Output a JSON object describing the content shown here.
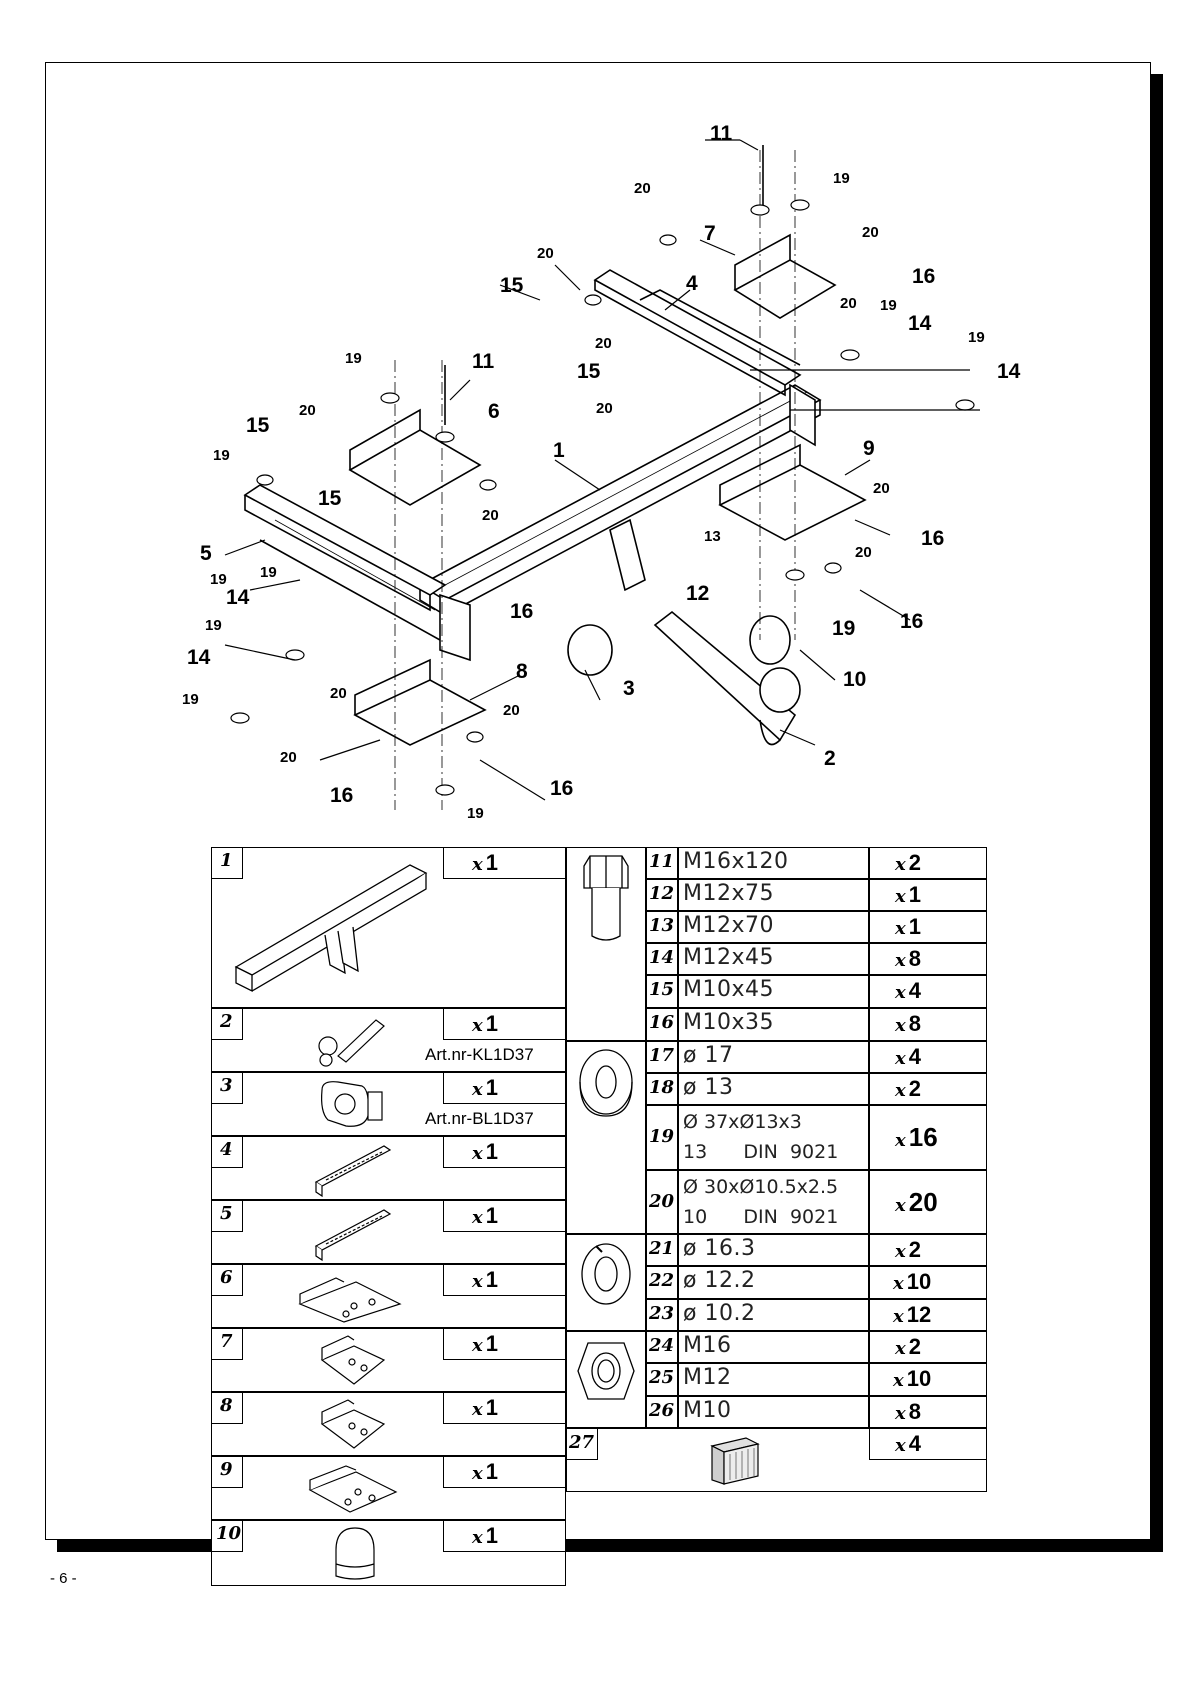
{
  "page": {
    "number": "- 6 -"
  },
  "drawing": {
    "callouts": [
      {
        "text": "11"
      },
      {
        "text": "19"
      },
      {
        "text": "20"
      },
      {
        "text": "7"
      },
      {
        "text": "20"
      },
      {
        "text": "16"
      },
      {
        "text": "20"
      },
      {
        "text": "15"
      },
      {
        "text": "4"
      },
      {
        "text": "19"
      },
      {
        "text": "14"
      },
      {
        "text": "19"
      },
      {
        "text": "14"
      },
      {
        "text": "20"
      },
      {
        "text": "15"
      },
      {
        "text": "19"
      },
      {
        "text": "11"
      },
      {
        "text": "20"
      },
      {
        "text": "6"
      },
      {
        "text": "20"
      },
      {
        "text": "15"
      },
      {
        "text": "1"
      },
      {
        "text": "9"
      },
      {
        "text": "19"
      },
      {
        "text": "20"
      },
      {
        "text": "15"
      },
      {
        "text": "20"
      },
      {
        "text": "20"
      },
      {
        "text": "16"
      },
      {
        "text": "5"
      },
      {
        "text": "13"
      },
      {
        "text": "20"
      },
      {
        "text": "19"
      },
      {
        "text": "16"
      },
      {
        "text": "12"
      },
      {
        "text": "14"
      },
      {
        "text": "19"
      },
      {
        "text": "19"
      },
      {
        "text": "16"
      },
      {
        "text": "19"
      },
      {
        "text": "14"
      },
      {
        "text": "3"
      },
      {
        "text": "8"
      },
      {
        "text": "10"
      },
      {
        "text": "19"
      },
      {
        "text": "20"
      },
      {
        "text": "20"
      },
      {
        "text": "20"
      },
      {
        "text": "2"
      },
      {
        "text": "16"
      },
      {
        "text": "16"
      },
      {
        "text": "19"
      }
    ]
  },
  "parts_left": [
    {
      "num": "1",
      "qty": "1",
      "art": ""
    },
    {
      "num": "2",
      "qty": "1",
      "art": "Art.nr-KL1D37"
    },
    {
      "num": "3",
      "qty": "1",
      "art": "Art.nr-BL1D37"
    },
    {
      "num": "4",
      "qty": "1",
      "art": ""
    },
    {
      "num": "5",
      "qty": "1",
      "art": ""
    },
    {
      "num": "6",
      "qty": "1",
      "art": ""
    },
    {
      "num": "7",
      "qty": "1",
      "art": ""
    },
    {
      "num": "8",
      "qty": "1",
      "art": ""
    },
    {
      "num": "9",
      "qty": "1",
      "art": ""
    },
    {
      "num": "10",
      "qty": "1",
      "art": ""
    }
  ],
  "parts_right": [
    {
      "num": "11",
      "spec": "M16x120",
      "qty": "2"
    },
    {
      "num": "12",
      "spec": "M12x75",
      "qty": "1"
    },
    {
      "num": "13",
      "spec": "M12x70",
      "qty": "1"
    },
    {
      "num": "14",
      "spec": "M12x45",
      "qty": "8"
    },
    {
      "num": "15",
      "spec": "M10x45",
      "qty": "4"
    },
    {
      "num": "16",
      "spec": "M10x35",
      "qty": "8"
    },
    {
      "num": "17",
      "spec": "ø 17",
      "qty": "4"
    },
    {
      "num": "18",
      "spec": "ø 13",
      "qty": "2"
    },
    {
      "num": "19",
      "spec": "Ø 37xØ13x3",
      "spec2": "13      DIN  9021",
      "qty": "16"
    },
    {
      "num": "20",
      "spec": "Ø 30xØ10.5x2.5",
      "spec2": "10      DIN  9021",
      "qty": "20"
    },
    {
      "num": "21",
      "spec": "ø 16.3",
      "qty": "2"
    },
    {
      "num": "22",
      "spec": "ø 12.2",
      "qty": "10"
    },
    {
      "num": "23",
      "spec": "ø 10.2",
      "qty": "12"
    },
    {
      "num": "24",
      "spec": "M16",
      "qty": "2"
    },
    {
      "num": "25",
      "spec": "M12",
      "qty": "10"
    },
    {
      "num": "26",
      "spec": "M10",
      "qty": "8"
    },
    {
      "num": "27",
      "qty": "4"
    }
  ],
  "qty_prefix": "x"
}
